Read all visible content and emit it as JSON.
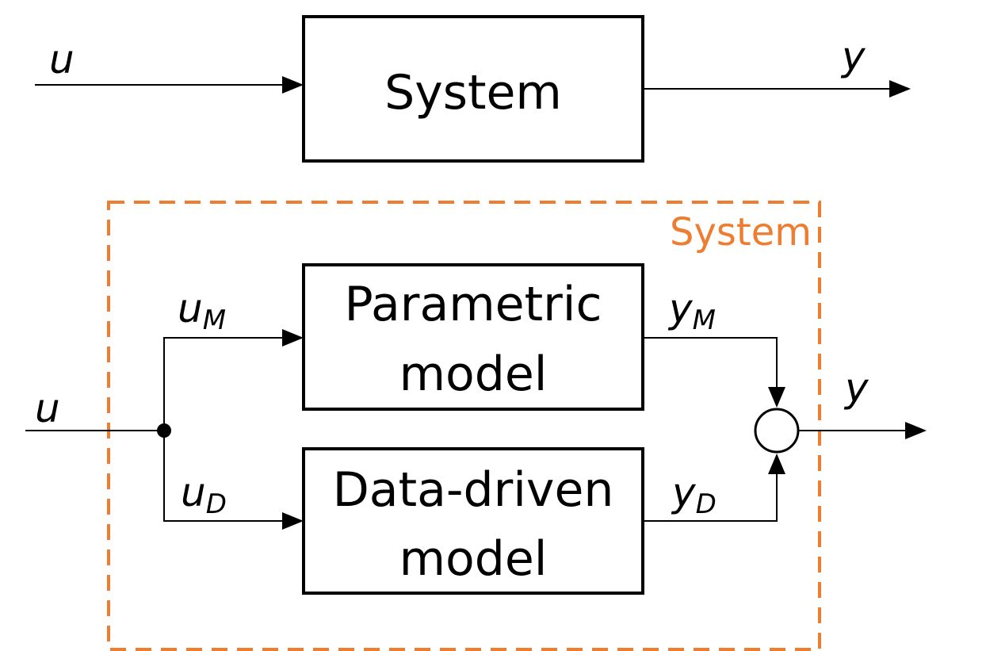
{
  "colors": {
    "group_outline": "#ED7D31",
    "line": "#000000"
  },
  "top": {
    "input_signal": "u",
    "block_label": "System",
    "output_signal": "y"
  },
  "bottom": {
    "group_label": "System",
    "input_signal": "u",
    "parametric": {
      "input_signal": "u",
      "input_subscript": "M",
      "label_line1": "Parametric",
      "label_line2": "model",
      "output_signal": "y",
      "output_subscript": "M"
    },
    "data_driven": {
      "input_signal": "u",
      "input_subscript": "D",
      "label_line1": "Data-driven",
      "label_line2": "model",
      "output_signal": "y",
      "output_subscript": "D"
    },
    "output_signal": "y"
  }
}
